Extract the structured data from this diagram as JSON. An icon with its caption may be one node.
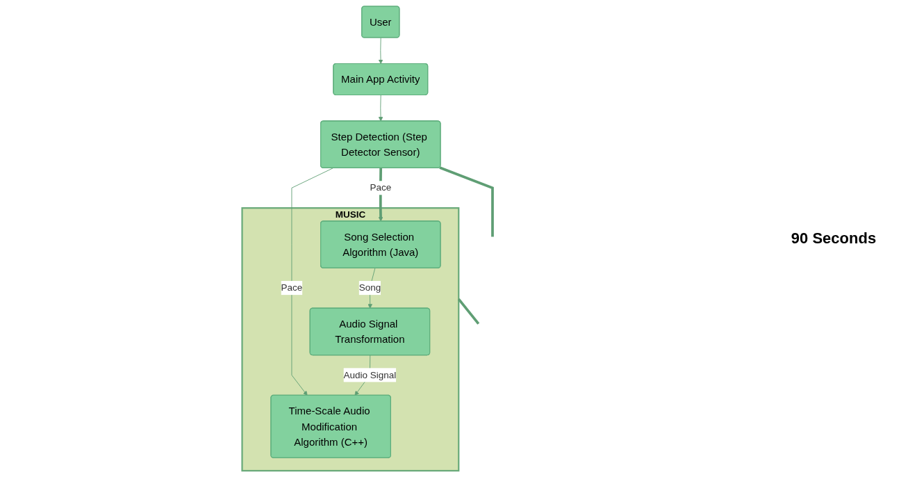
{
  "diagram": {
    "nodes": [
      {
        "text": [
          "User"
        ]
      },
      {
        "text": [
          "Main App Activity"
        ]
      },
      {
        "text": [
          "Step Detection (Step Detector Sensor)"
        ]
      },
      {
        "text": [
          "MUSIC"
        ]
      },
      {
        "text": [
          "Song Selection Algorithm (Java)"
        ],
        "in": 3
      },
      {
        "text": [
          "Audio Signal Transformation"
        ],
        "in": 3
      },
      {
        "text": [
          "Time-Scale Audio Modification Algorithm (C++)"
        ],
        "in": 3
      }
    ],
    "edges": [
      {
        "from": 0,
        "to": 1,
        "arrow": "to"
      },
      {
        "from": 1,
        "to": 2,
        "arrow": "to"
      },
      {
        "from": 2,
        "to": 4,
        "arrow": "to",
        "label": "Pace",
        "style": "thick"
      },
      {
        "from": 2,
        "to": 6,
        "arrow": "to",
        "label": "Pace"
      },
      {
        "from": 4,
        "to": 5,
        "arrow": "to",
        "label": "Song"
      },
      {
        "from": 5,
        "to": 6,
        "arrow": "to",
        "label": "Audio Signal"
      },
      {
        "from": 2,
        "to": null,
        "arrow": "none",
        "style": "thick"
      },
      {
        "from": 3,
        "to": null,
        "arrow": "none",
        "style": "thick"
      }
    ],
    "labels": [
      "90 Seconds"
    ]
  }
}
